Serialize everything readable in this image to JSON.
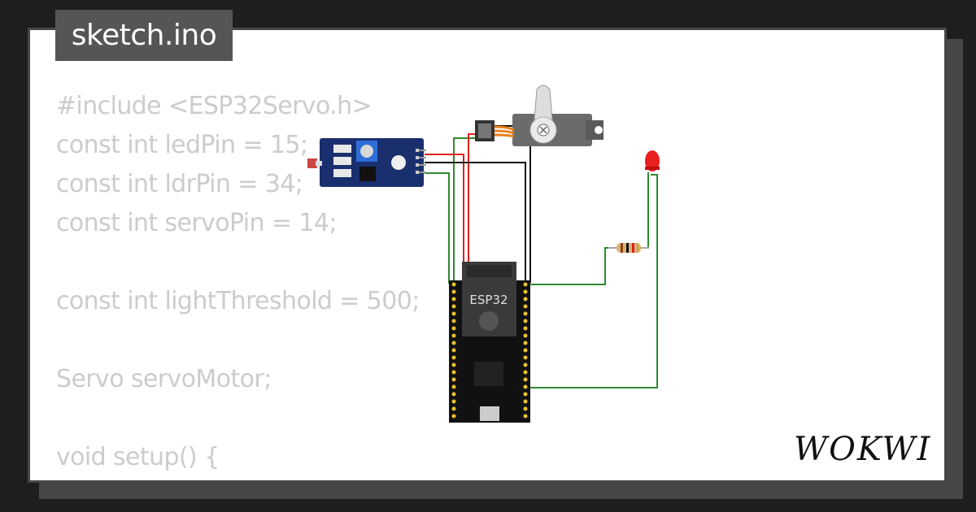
{
  "file_tab": {
    "label": "sketch.ino"
  },
  "code_lines": [
    "#include <ESP32Servo.h>",
    "const int ledPin = 15;",
    "const int ldrPin = 34;",
    "const int servoPin = 14;",
    "",
    "const int lightThreshold = 500;",
    "",
    "Servo servoMotor;",
    "",
    "void setup() {"
  ],
  "board": {
    "label": "ESP32"
  },
  "logo": {
    "text": "WOKWI"
  },
  "colors": {
    "background": "#1e1e1e",
    "card_border": "#474747",
    "tab": "#555555",
    "code_text": "#cccccc",
    "wire_green": "#2e8b2e",
    "wire_red": "#e02020",
    "wire_black": "#111111",
    "sensor_board": "#1a2f6e",
    "led": "#e82020"
  },
  "components": {
    "ldr_module": "ldr-sensor-module",
    "servo": "servo-motor",
    "led": "red-led",
    "resistor": "resistor",
    "mcu": "esp32-devkit"
  }
}
